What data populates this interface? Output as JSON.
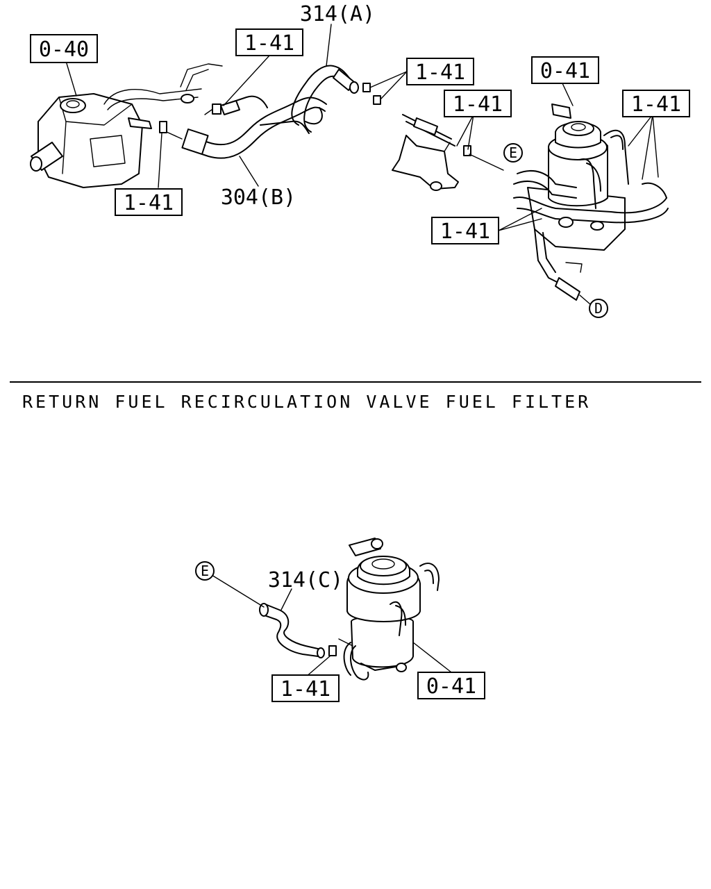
{
  "caption": "RETURN FUEL RECIRCULATION VALVE FUEL FILTER",
  "labels": {
    "pump_assembly": "0-40",
    "filter_assembly": "0-41",
    "clip": "1-41",
    "hose_314a": "314(A)",
    "hose_304b": "304(B)",
    "hose_314c": "314(C)",
    "point_e": "E",
    "point_d": "D"
  }
}
